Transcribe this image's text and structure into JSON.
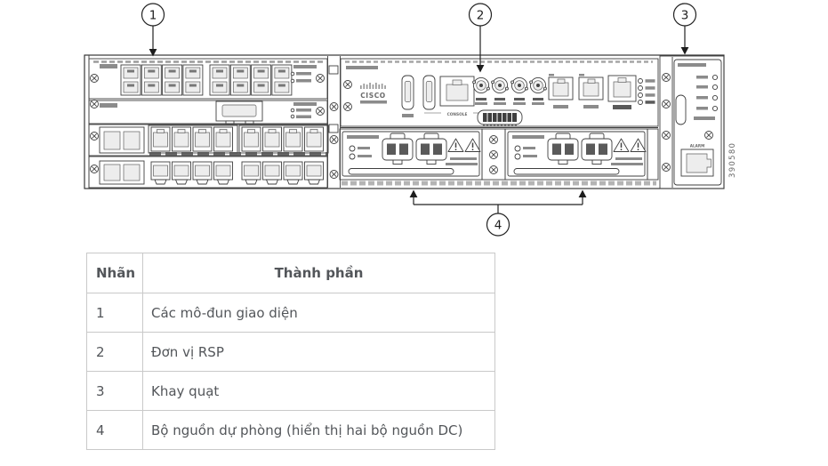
{
  "diagram": {
    "callout_1": "1",
    "callout_2": "2",
    "callout_3": "3",
    "callout_4": "4",
    "figure_number": "390580",
    "rsp_brand": "CISCO",
    "console_label": "CONSOLE",
    "alarm_label": "ALARM"
  },
  "table": {
    "headers": {
      "label": "Nhãn",
      "component": "Thành phần"
    },
    "rows": [
      {
        "label": "1",
        "component": "Các mô-đun giao diện"
      },
      {
        "label": "2",
        "component": "Đơn vị RSP"
      },
      {
        "label": "3",
        "component": "Khay quạt"
      },
      {
        "label": "4",
        "component": "Bộ nguồn dự phòng (hiển thị hai bộ nguồn DC)"
      }
    ]
  },
  "colors": {
    "line": "#3f3f3f",
    "table_border": "#c9c9c9",
    "table_text": "#53565a"
  }
}
